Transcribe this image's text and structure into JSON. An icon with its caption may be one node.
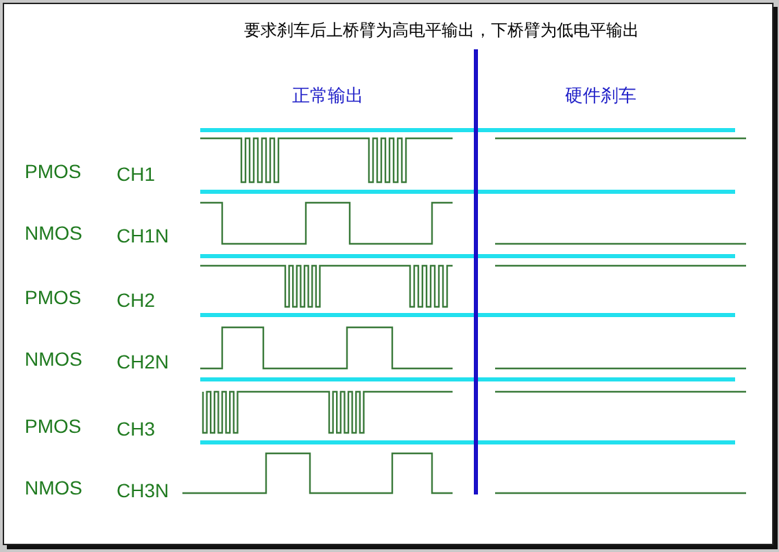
{
  "diagram": {
    "title": "要求刹车后上桥臂为高电平输出，下桥臂为低电平输出",
    "labels": [
      "正常输出",
      "硬件刹车",
      "PMOS",
      "CH1",
      "NMOS",
      "CH1N",
      "PMOS",
      "CH2",
      "NMOS",
      "CH2N",
      "PMOS",
      "CH3",
      "NMOS",
      "CH3N"
    ]
  }
}
